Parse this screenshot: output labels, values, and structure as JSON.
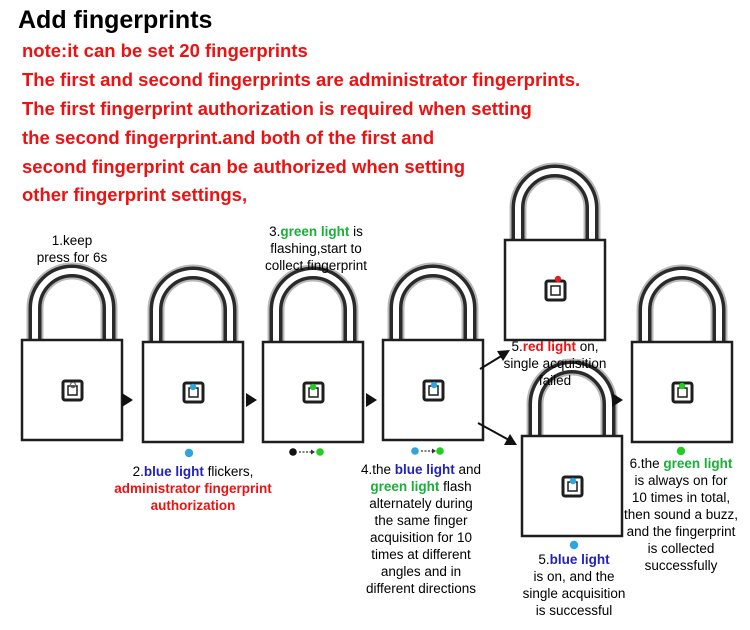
{
  "title": "Add fingerprints",
  "notes": [
    "note:it can be set 20 fingerprints",
    "The first and second fingerprints are administrator fingerprints.",
    "The first fingerprint authorization is required when setting",
    "the second fingerprint.and both of the first and",
    "second fingerprint can be authorized when setting",
    "other fingerprint settings,"
  ],
  "colors": {
    "text_red": "#ee1111",
    "blue": "#2ea6dc",
    "green": "#22cc22",
    "red_dot": "#e02020",
    "black": "#111111"
  },
  "steps": {
    "s1": {
      "line1": "1.keep",
      "line2": "press for 6s"
    },
    "s2": {
      "prefix": "2.",
      "hl": "blue light",
      "rest": " flickers,",
      "red1": "administrator fingerprint",
      "red2": "authorization"
    },
    "s3": {
      "prefix": "3.",
      "hl": "green light",
      "rest": " is",
      "line2": "flashing,start to",
      "line3": "collect fingerprint"
    },
    "s4": {
      "prefix": "4.the ",
      "hl1": "blue light",
      "mid": " and",
      "hl2": "green light",
      "rest": " flash",
      "lines": [
        "alternately during",
        "the same finger",
        "acquisition for 10",
        "times at different",
        "angles and in",
        "different directions"
      ]
    },
    "s5a": {
      "prefix": "5.",
      "hl": "red light",
      "rest": " on,",
      "line2": "single acquisition",
      "line3": "failed"
    },
    "s5b": {
      "prefix": "5.",
      "hl": "blue light",
      "line2": "is on, and the",
      "line3": "single acquisition",
      "line4": "is successful"
    },
    "s6": {
      "prefix": "6.the ",
      "hl": "green light",
      "lines": [
        "is always on for",
        "10 times in total,",
        "then sound a buzz,",
        "and the fingerprint",
        "is collected",
        "successfully"
      ]
    }
  }
}
